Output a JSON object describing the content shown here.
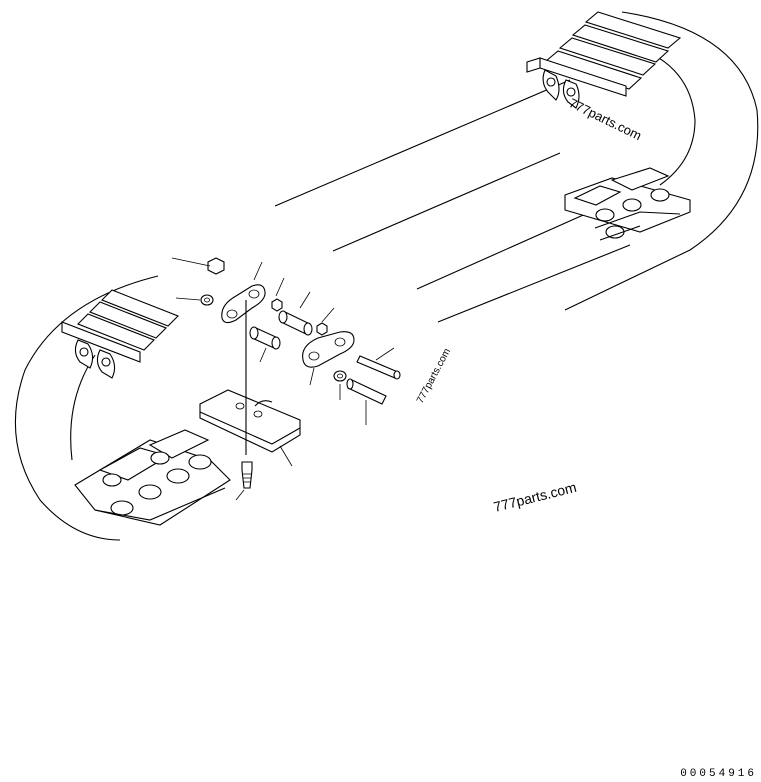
{
  "watermarks": {
    "top": "777parts.com",
    "middle": "777parts.com",
    "bottom": "777parts.com"
  },
  "document_number": "00054916"
}
